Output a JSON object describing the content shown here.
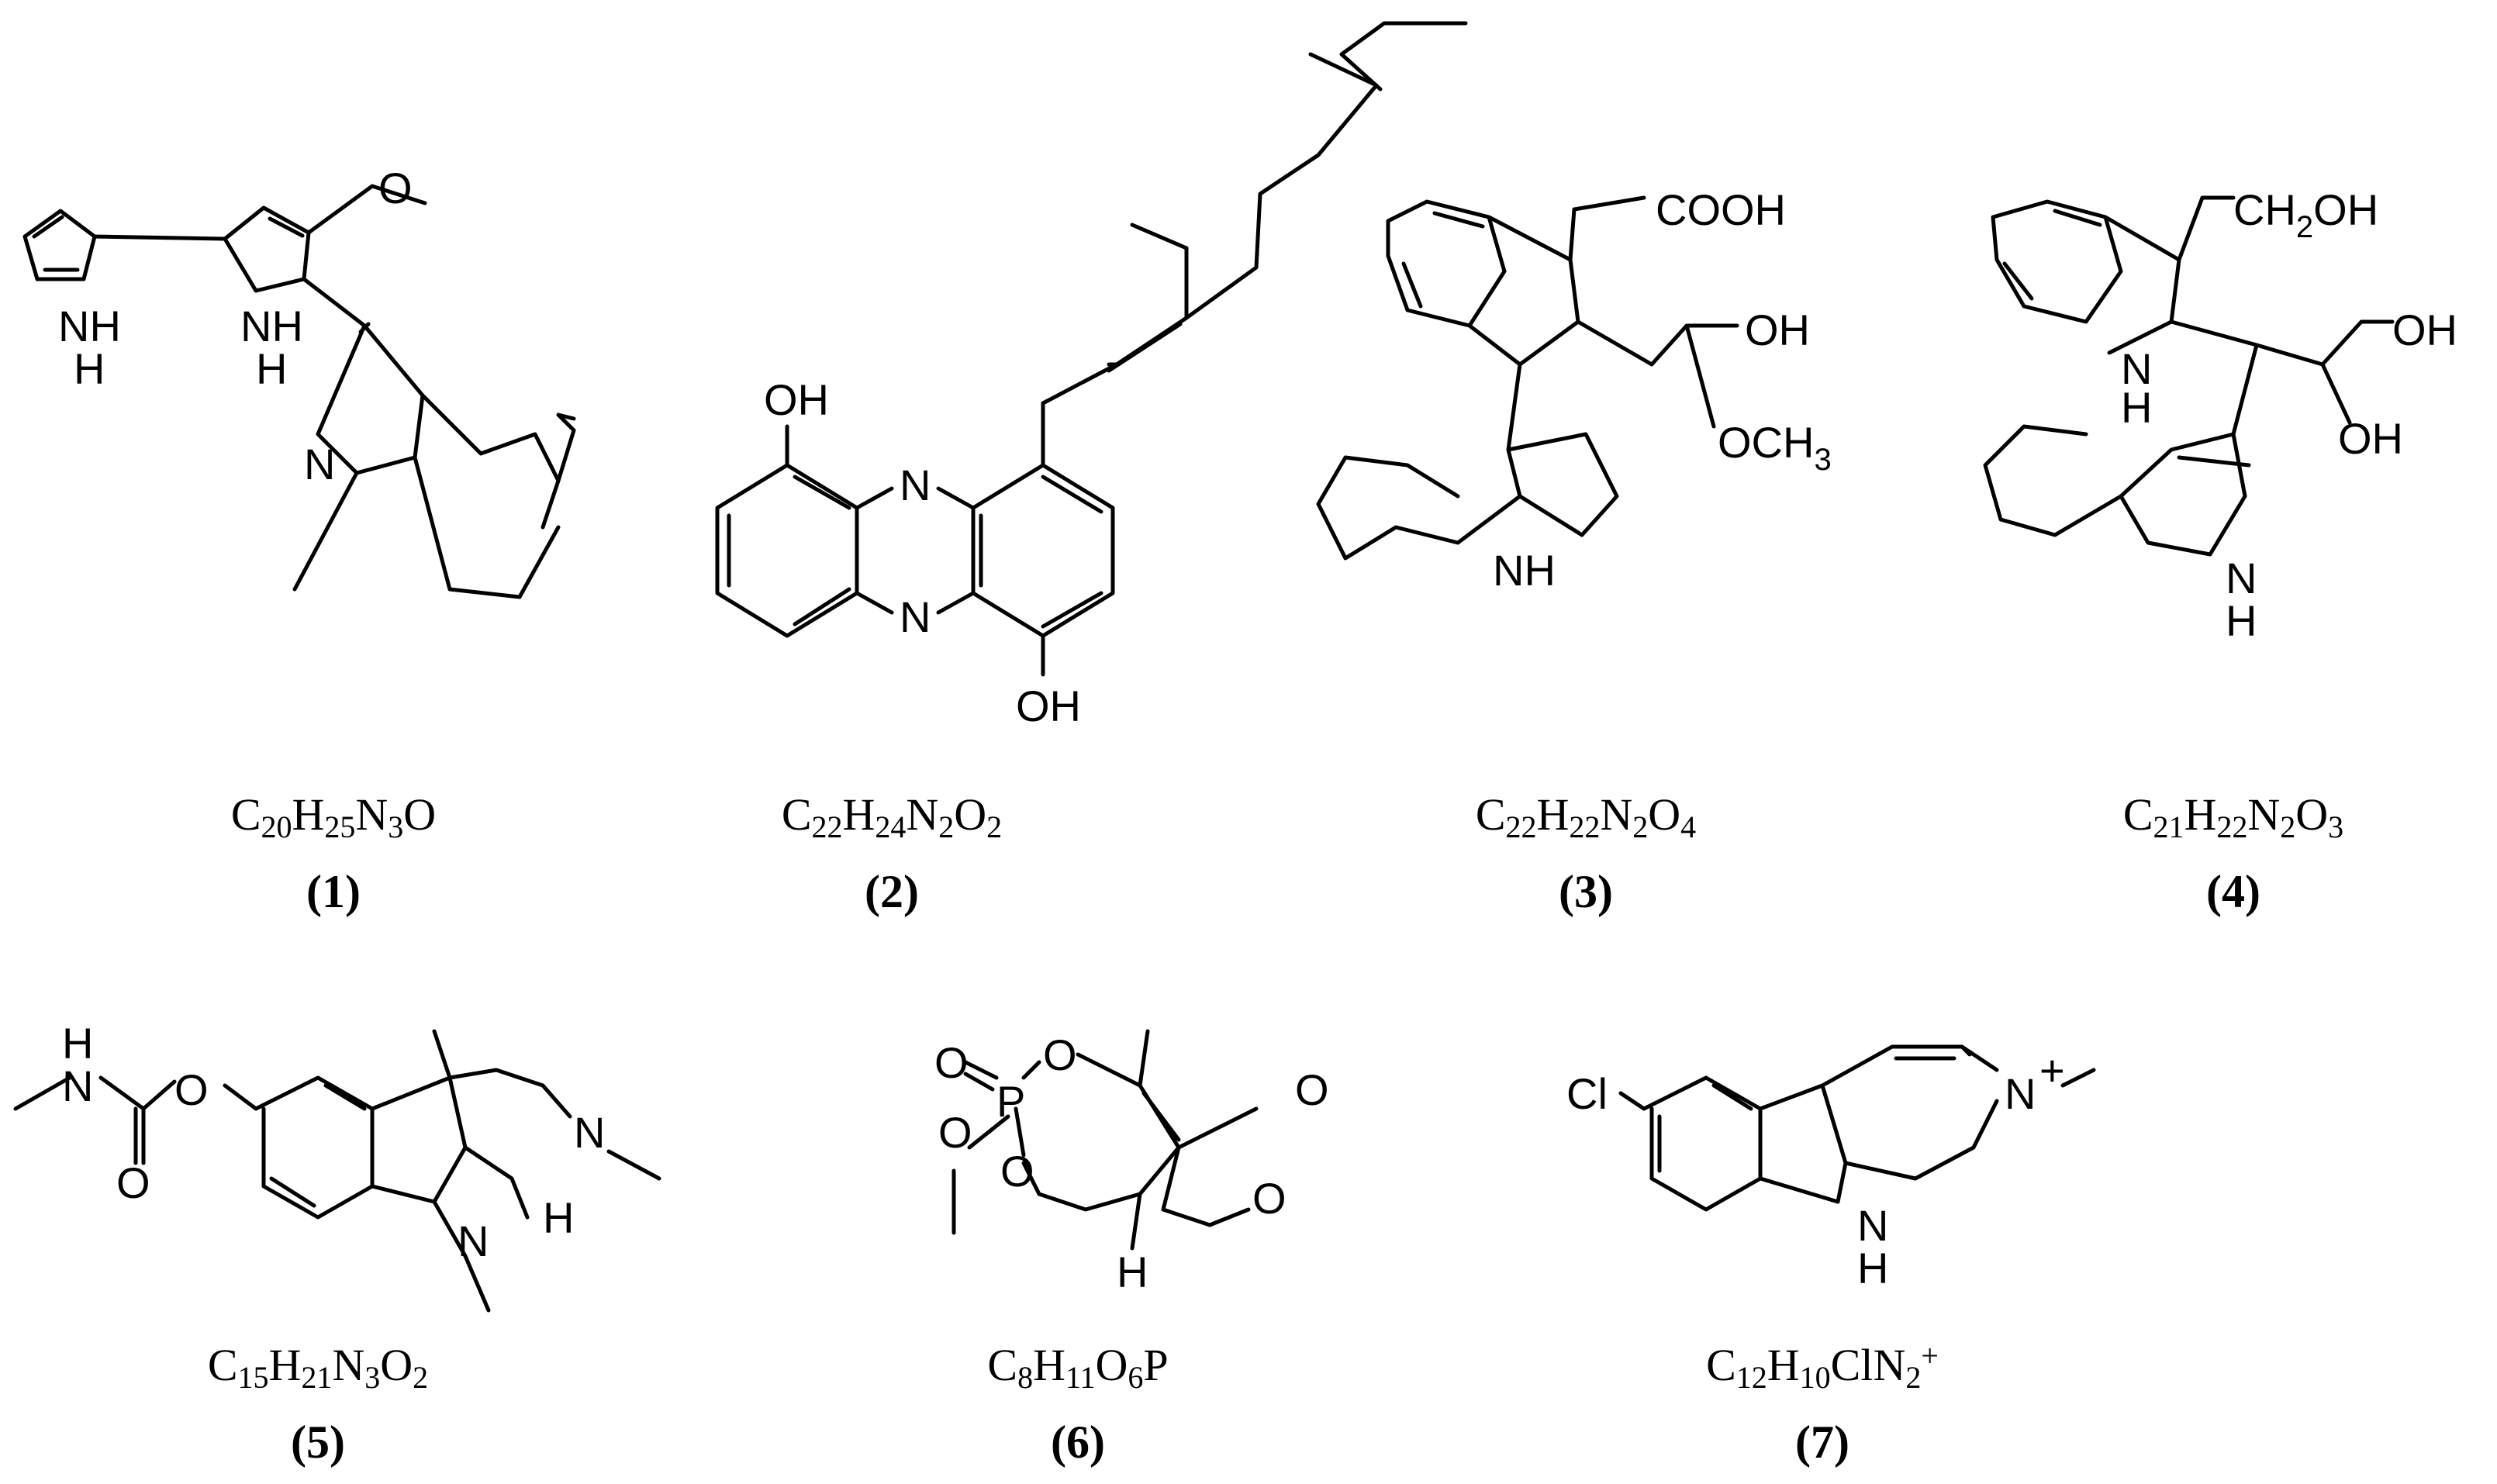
{
  "compounds": [
    {
      "id": "(1)",
      "formula": [
        [
          "C",
          ""
        ],
        [
          "20",
          "sub"
        ],
        [
          "H",
          ""
        ],
        [
          "25",
          "sub"
        ],
        [
          "N",
          ""
        ],
        [
          "3",
          "sub"
        ],
        [
          "O",
          ""
        ]
      ],
      "atoms": {
        "nh_a": "NH",
        "nh_b": "NH",
        "h_a": "H",
        "h_b": "H",
        "o": "O",
        "n": "N"
      }
    },
    {
      "id": "(2)",
      "formula": [
        [
          "C",
          ""
        ],
        [
          "22",
          "sub"
        ],
        [
          "H",
          ""
        ],
        [
          "24",
          "sub"
        ],
        [
          "N",
          ""
        ],
        [
          "2",
          "sub"
        ],
        [
          "O",
          ""
        ],
        [
          "2",
          "sub"
        ]
      ],
      "atoms": {
        "oh_top": "OH",
        "oh_bottom": "OH",
        "n_top": "N",
        "n_bottom": "N"
      }
    },
    {
      "id": "(3)",
      "formula": [
        [
          "C",
          ""
        ],
        [
          "22",
          "sub"
        ],
        [
          "H",
          ""
        ],
        [
          "22",
          "sub"
        ],
        [
          "N",
          ""
        ],
        [
          "2",
          "sub"
        ],
        [
          "O",
          ""
        ],
        [
          "4",
          "sub"
        ]
      ],
      "atoms": {
        "cooh": "COOH",
        "oh": "OH",
        "och3": "OCH",
        "och3_sub": "3",
        "nh": "NH"
      }
    },
    {
      "id": "(4)",
      "formula": [
        [
          "C",
          ""
        ],
        [
          "21",
          "sub"
        ],
        [
          "H",
          ""
        ],
        [
          "22",
          "sub"
        ],
        [
          "N",
          ""
        ],
        [
          "2",
          "sub"
        ],
        [
          "O",
          ""
        ],
        [
          "3",
          "sub"
        ]
      ],
      "atoms": {
        "ch2oh_a": "CH",
        "ch2oh_sub": "2",
        "ch2oh_b": "OH",
        "oh_a": "OH",
        "oh_b": "OH",
        "nh_top": "N",
        "h_top": "H",
        "nh_bottom": "N",
        "h_bottom": "H"
      }
    },
    {
      "id": "(5)",
      "formula": [
        [
          "C",
          ""
        ],
        [
          "15",
          "sub"
        ],
        [
          "H",
          ""
        ],
        [
          "21",
          "sub"
        ],
        [
          "N",
          ""
        ],
        [
          "3",
          "sub"
        ],
        [
          "O",
          ""
        ],
        [
          "2",
          "sub"
        ]
      ],
      "atoms": {
        "nh_n": "N",
        "nh_h": "H",
        "o_ester": "O",
        "o_carbonyl": "O",
        "n_ring": "N",
        "n_indoline": "N",
        "h": "H"
      }
    },
    {
      "id": "(6)",
      "formula": [
        [
          "C",
          ""
        ],
        [
          "8",
          "sub"
        ],
        [
          "H",
          ""
        ],
        [
          "11",
          "sub"
        ],
        [
          "O",
          ""
        ],
        [
          "6",
          "sub"
        ],
        [
          "P",
          ""
        ]
      ],
      "atoms": {
        "o_dbl": "O",
        "p": "P",
        "o_top": "O",
        "o_methoxy": "O",
        "o_ring": "O",
        "o_lactone_ring": "O",
        "o_lactone_c": "O",
        "h": "H"
      }
    },
    {
      "id": "(7)",
      "formula": [
        [
          "C",
          ""
        ],
        [
          "12",
          "sub"
        ],
        [
          "H",
          ""
        ],
        [
          "10",
          "sub"
        ],
        [
          "Cl",
          ""
        ],
        [
          "N",
          ""
        ],
        [
          "2",
          "sub"
        ],
        [
          "+",
          "sup"
        ]
      ],
      "atoms": {
        "cl": "Cl",
        "n_plus": "N",
        "plus": "+",
        "nh_n": "N",
        "nh_h": "H"
      }
    }
  ]
}
